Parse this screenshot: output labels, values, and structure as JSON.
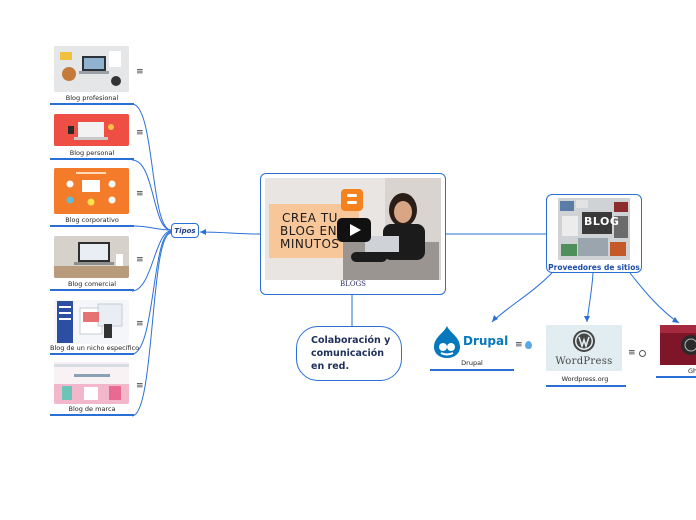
{
  "colors": {
    "link": "#2a6fd6",
    "border": "#2a6fd6",
    "accent_orange": "#f5821f",
    "drupal_blue": "#0678be"
  },
  "central": {
    "caption": "BLOGS",
    "thumb_title": [
      "CREA TU",
      "BLOG EN",
      "MINUTOS"
    ]
  },
  "tipos": {
    "label": "Tipos"
  },
  "collab": {
    "lines": [
      "Colaboración y",
      "comunicación",
      "en red."
    ]
  },
  "types": [
    {
      "label": "Blog profesional",
      "icon": "hamburger-menu-icon"
    },
    {
      "label": "Blog personal",
      "icon": "hamburger-menu-icon"
    },
    {
      "label": "Blog corporativo",
      "icon": "hamburger-menu-icon"
    },
    {
      "label": "Blog comercial",
      "icon": "hamburger-menu-icon"
    },
    {
      "label": "Blog de un nicho específico",
      "icon": "hamburger-menu-icon"
    },
    {
      "label": "Blog de marca",
      "icon": "hamburger-menu-icon"
    }
  ],
  "providers": {
    "label": "Proveedores de sitios",
    "thumb_text": "BLOG",
    "items": [
      {
        "label": "Drupal",
        "logo_text": "Drupal"
      },
      {
        "label": "Wordpress.org",
        "logo_text": "WordPress"
      },
      {
        "label": "Gh"
      }
    ]
  }
}
